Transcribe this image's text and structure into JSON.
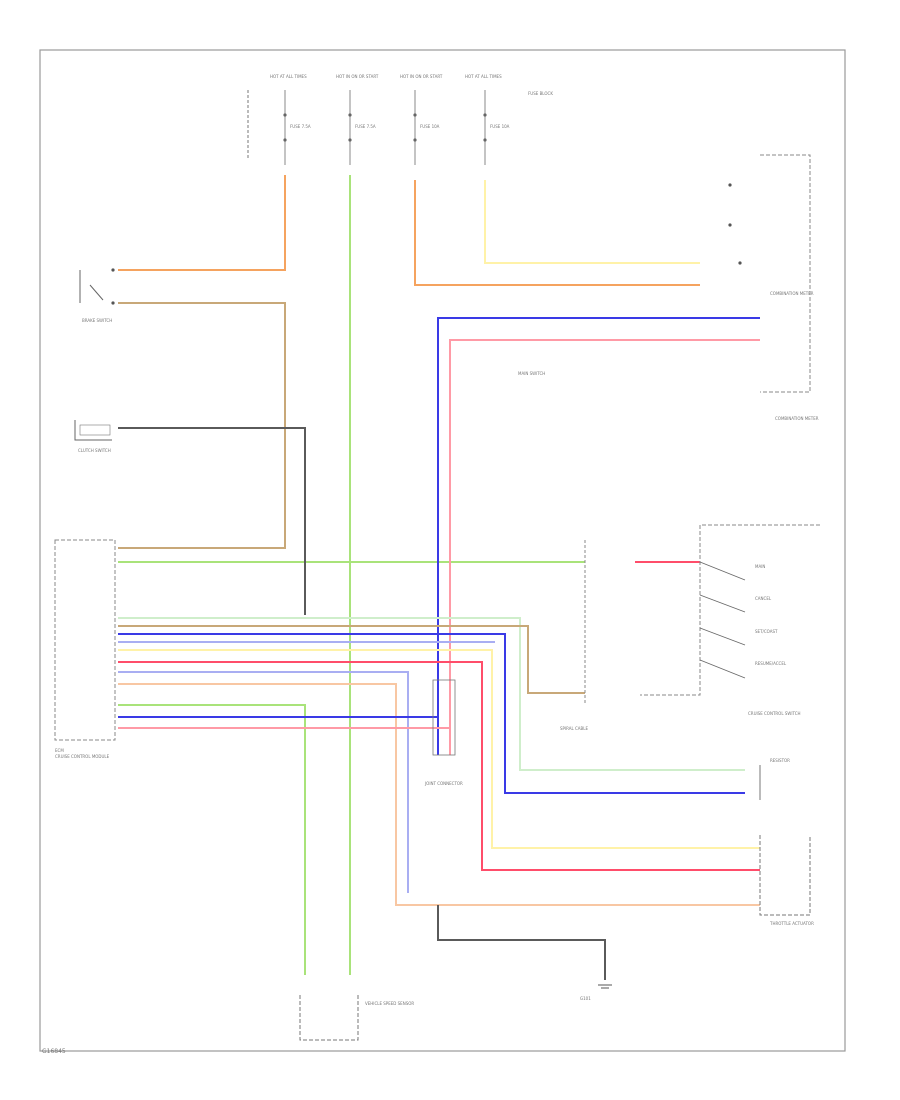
{
  "footer": {
    "code": "G16845"
  },
  "wire_colors": {
    "orange": "#f5a35f",
    "green": "#a9e37a",
    "light_green": "#cfeecb",
    "yellow": "#fff2a8",
    "tan": "#c8a878",
    "blue": "#3a3ae6",
    "pink": "#ff9aa6",
    "red": "#ff4d6a",
    "light_blue": "#a9aef2",
    "peach": "#f8c7a3",
    "gray": "#8d8d8d",
    "dark_gray": "#5a5a5a"
  },
  "labels": {
    "fuse_header": [
      "HOT AT ALL TIMES",
      "HOT IN ON OR START",
      "HOT IN ON OR START",
      "HOT AT ALL TIMES"
    ],
    "fuse_ids": [
      "FUSE 7.5A",
      "FUSE 7.5A",
      "FUSE 10A",
      "FUSE 10A"
    ],
    "fuse_panel": "FUSE BLOCK",
    "brake_switch": "BRAKE SWITCH",
    "clutch_switch": "CLUTCH SWITCH",
    "meter": "COMBINATION METER",
    "ecm_unit": "ECM",
    "ecm_unit_sub": "CRUISE CONTROL MODULE",
    "main_switch": "MAIN SWITCH",
    "joint_connector": "JOINT CONNECTOR",
    "spiral_cable": "SPIRAL CABLE",
    "control_switch": "CRUISE CONTROL SWITCH",
    "resistor": "RESISTOR",
    "actuator": "THROTTLE ACTUATOR",
    "ground": "G101",
    "speed_sensor": "VEHICLE SPEED SENSOR",
    "switch_items": [
      "MAIN",
      "CANCEL",
      "SET/COAST",
      "RESUME/ACCEL"
    ]
  }
}
